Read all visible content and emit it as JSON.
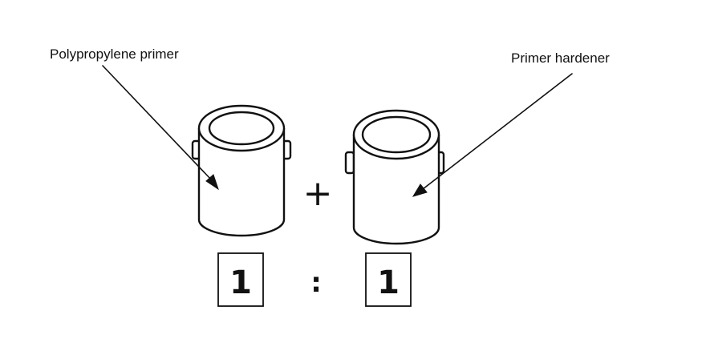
{
  "labels": {
    "left_can": "Polypropylene primer",
    "right_can": "Primer hardener"
  },
  "operator": "+",
  "ratio": {
    "left": "1",
    "separator": ":",
    "right": "1"
  }
}
